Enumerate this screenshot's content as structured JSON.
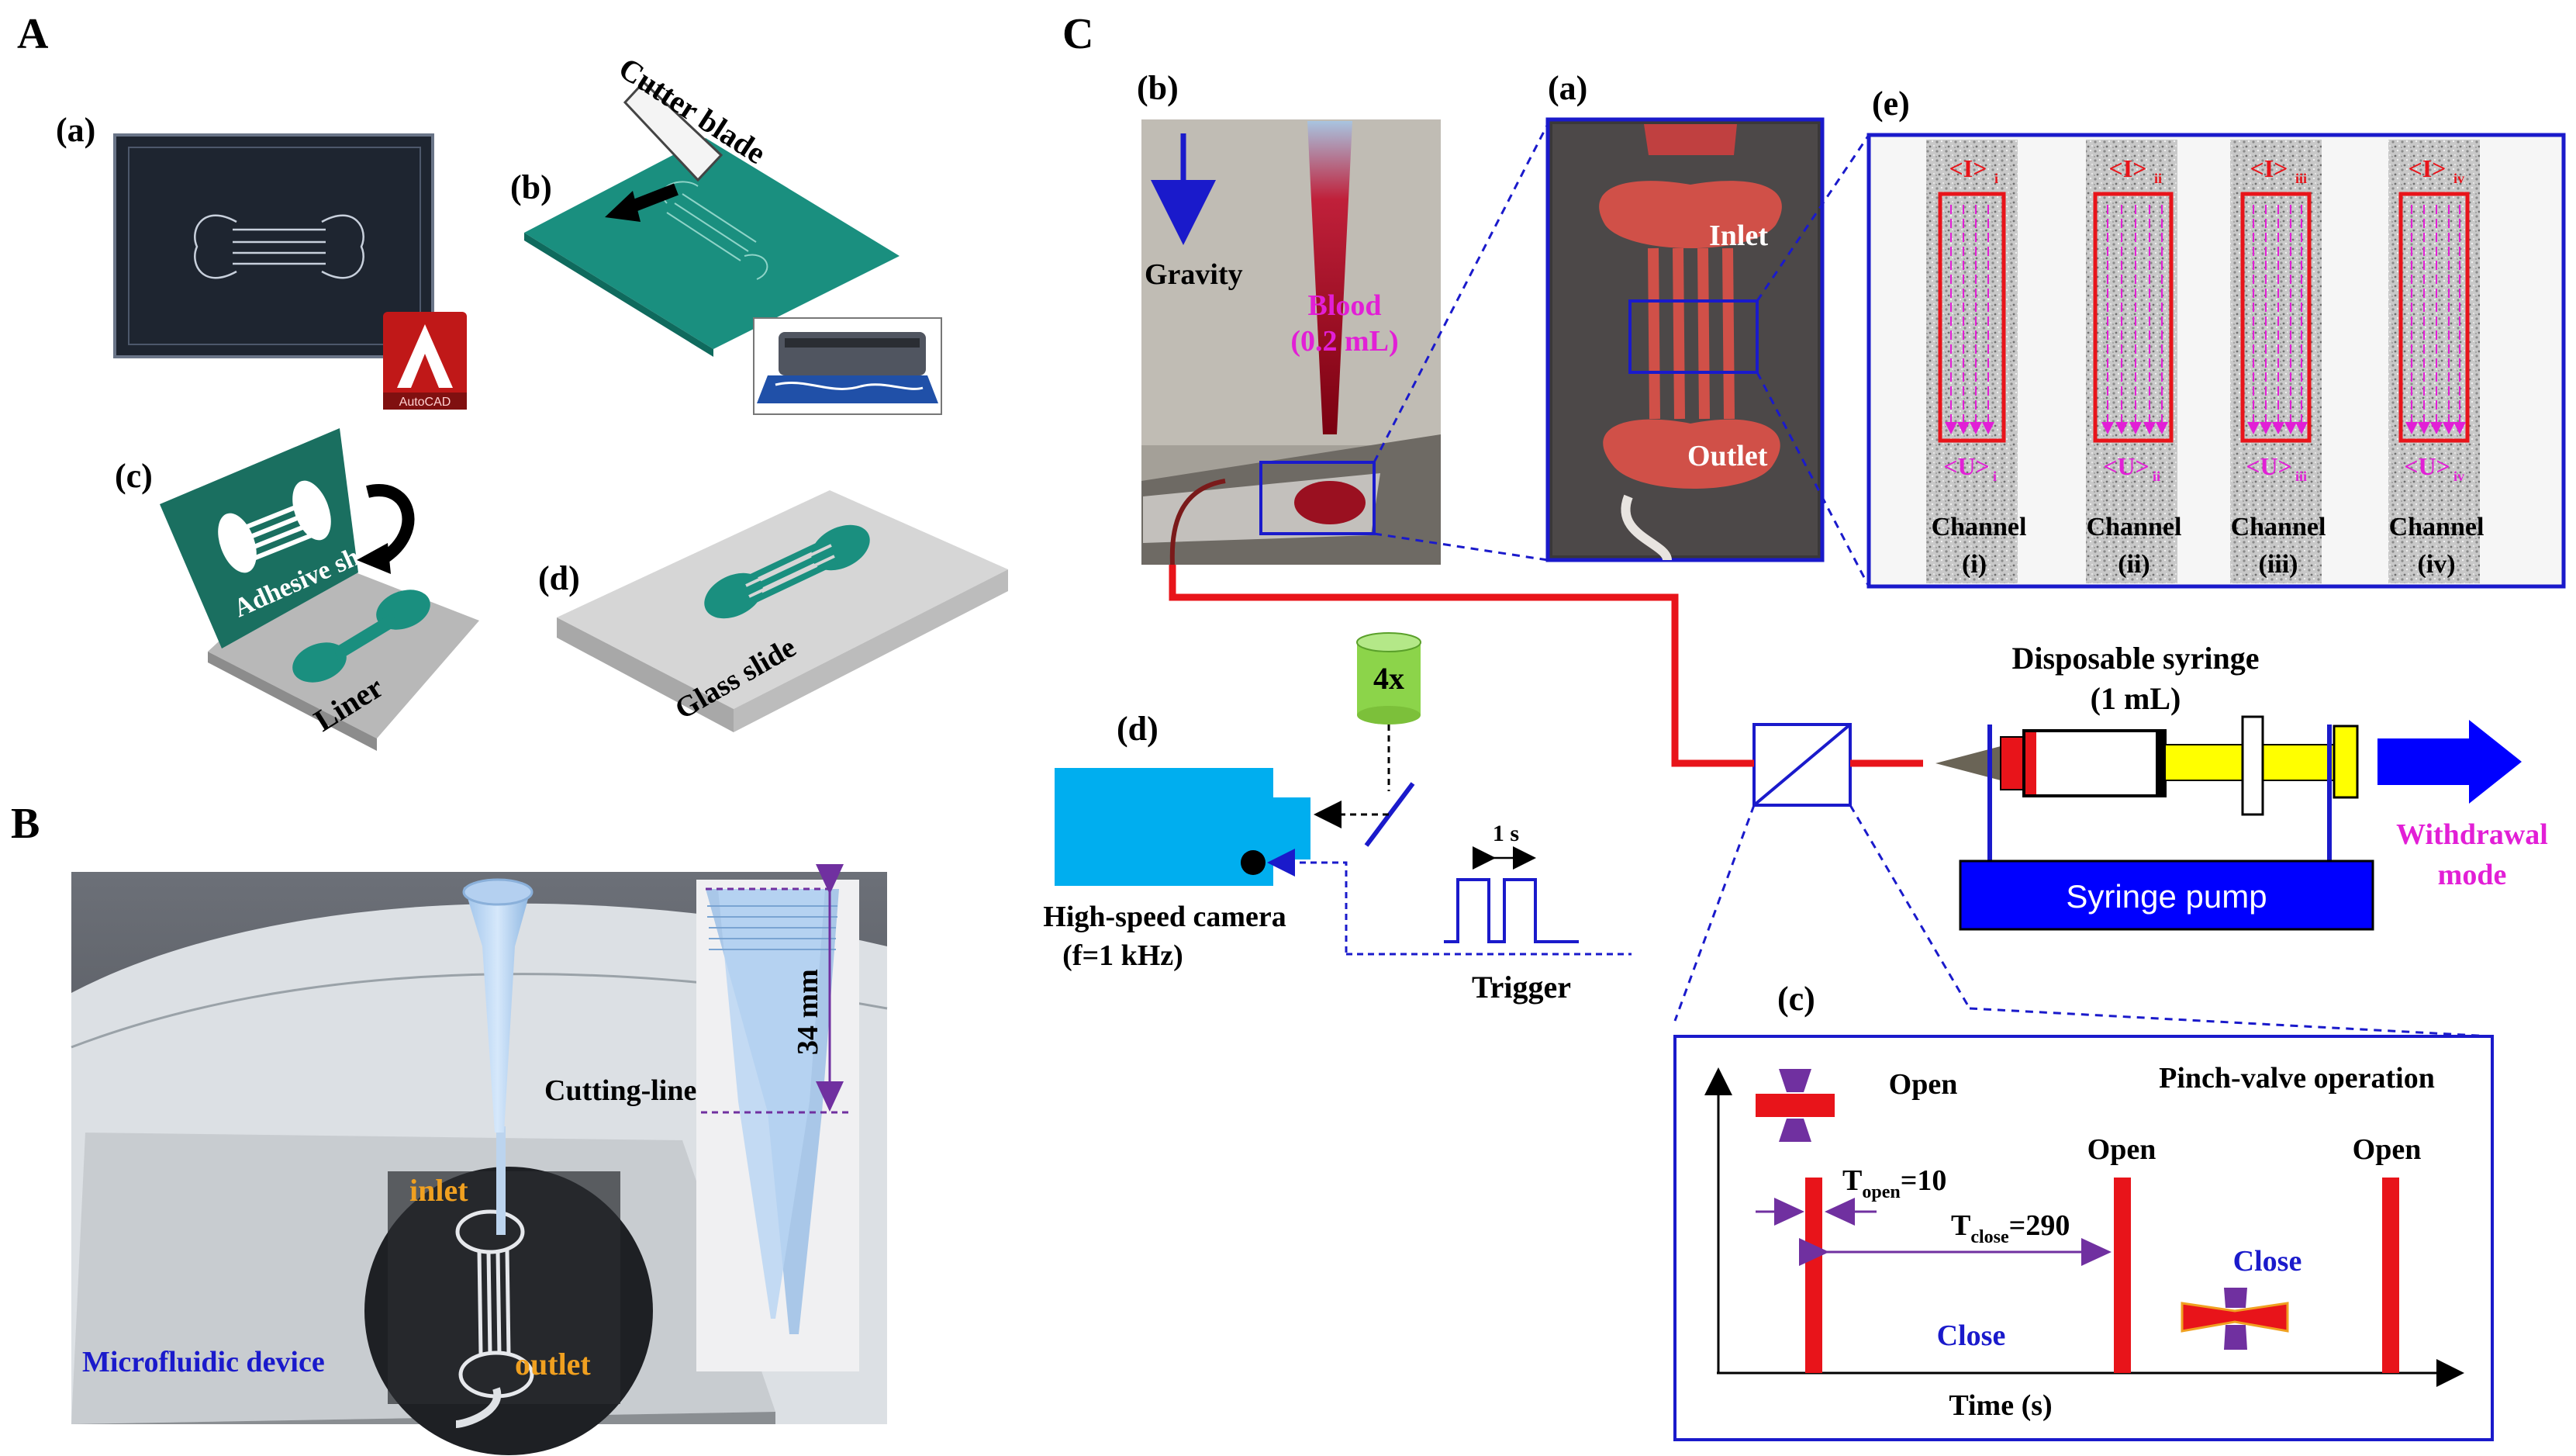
{
  "panel_letters": {
    "A": "A",
    "B": "B",
    "C": "C"
  },
  "panel_A": {
    "a": {
      "label": "(a)",
      "software": "AutoCAD"
    },
    "b": {
      "label": "(b)",
      "blade": "Cutter blade"
    },
    "c": {
      "label": "(c)",
      "sheet": "Adhesive sheet",
      "liner": "Liner"
    },
    "d": {
      "label": "(d)",
      "slide": "Glass slide"
    }
  },
  "panel_B": {
    "inlet": "inlet",
    "outlet": "outlet",
    "device": "Microfluidic device",
    "cutting_line": "Cutting-line",
    "length": "34 mm"
  },
  "panel_C": {
    "b": {
      "label": "(b)",
      "gravity": "Gravity",
      "blood_line1": "Blood",
      "blood_line2": "(0.2 mL)"
    },
    "a": {
      "label": "(a)",
      "inlet": "Inlet",
      "outlet": "Outlet"
    },
    "e": {
      "label": "(e)",
      "channels": [
        {
          "top": "<I>",
          "top_sub": "i",
          "bottom": "<U>",
          "bottom_sub": "i",
          "name": "Channel",
          "roman": "(i)"
        },
        {
          "top": "<I>",
          "top_sub": "ii",
          "bottom": "<U>",
          "bottom_sub": "ii",
          "name": "Channel",
          "roman": "(ii)"
        },
        {
          "top": "<I>",
          "top_sub": "iii",
          "bottom": "<U>",
          "bottom_sub": "iii",
          "name": "Channel",
          "roman": "(iii)"
        },
        {
          "top": "<I>",
          "top_sub": "iv",
          "bottom": "<U>",
          "bottom_sub": "iv",
          "name": "Channel",
          "roman": "(iv)"
        }
      ]
    },
    "d": {
      "label": "(d)",
      "objective": "4x",
      "camera": "High-speed camera",
      "freq": "(f=1 kHz)",
      "pulse": "1 s",
      "trigger": "Trigger"
    },
    "syringe": {
      "title": "Disposable syringe",
      "volume": "(1 mL)",
      "pump": "Syringe pump",
      "mode1": "Withdrawal",
      "mode2": "mode"
    },
    "c": {
      "label": "(c)",
      "title": "Pinch-valve operation",
      "open": "Open",
      "close": "Close",
      "t_open": "T",
      "t_open_sub": "open",
      "t_open_val": "=10",
      "t_close": "T",
      "t_close_sub": "close",
      "t_close_val": "=290",
      "xlabel": "Time (s)"
    }
  },
  "colors": {
    "teal": "#1a8f7f",
    "red": "#e8141a",
    "blue": "#1a1acb",
    "magenta": "#e21fd6",
    "camera": "#00aeef",
    "pump": "#0000ff",
    "yellow": "#ffff00",
    "purple": "#7030a0",
    "orange": "#f0a020",
    "objective": "#8cd44a"
  }
}
